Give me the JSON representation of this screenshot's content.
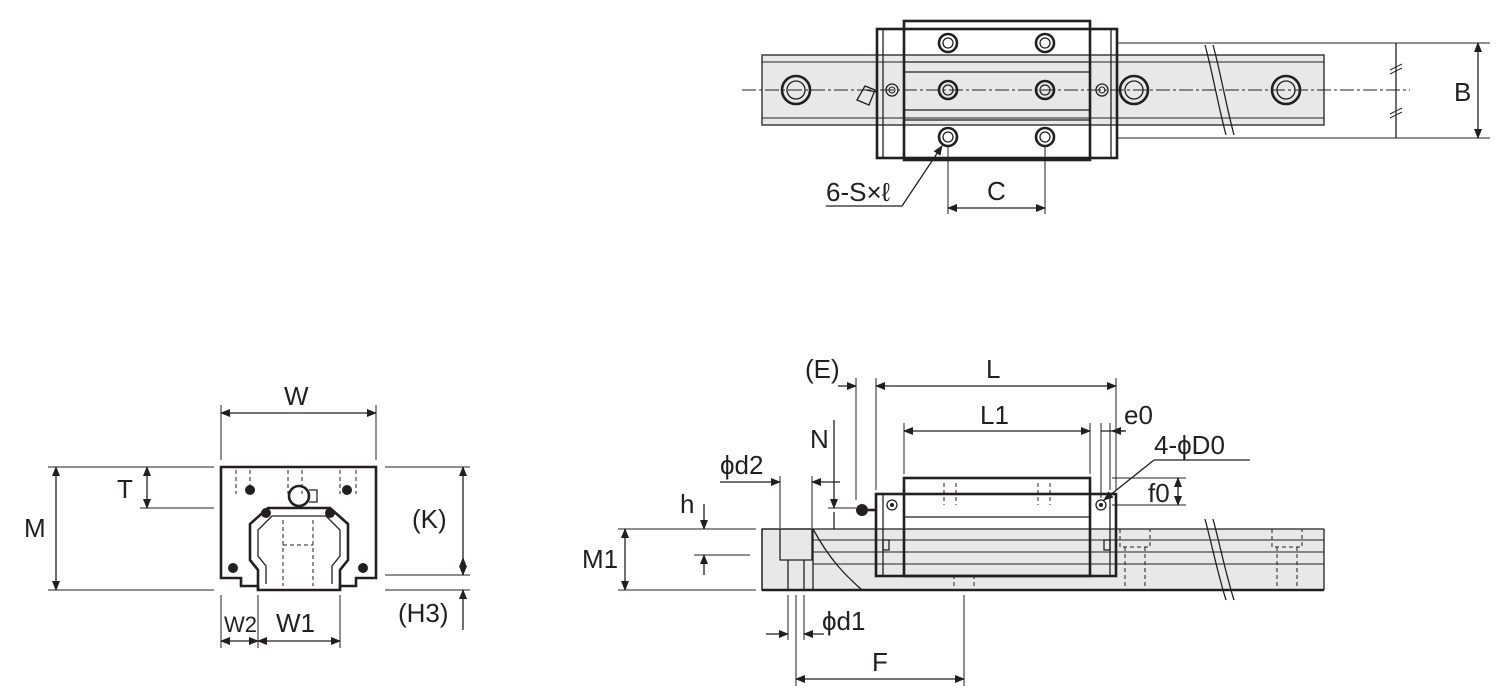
{
  "figure": {
    "top_view_labels": {
      "b": "B",
      "c": "C",
      "holes": "6-S×ℓ"
    },
    "end_view_labels": {
      "w": "W",
      "m": "M",
      "t": "T",
      "k": "(K)",
      "w2": "W2",
      "w1": "W1",
      "h3": "(H3)"
    },
    "side_view_labels": {
      "e": "(E)",
      "l": "L",
      "l1": "L1",
      "e0": "e0",
      "d0": "4-ϕD0",
      "n": "N",
      "d2": "ϕd2",
      "h": "h",
      "f0": "f0",
      "m1": "M1",
      "d1": "ϕd1",
      "f": "F"
    }
  }
}
